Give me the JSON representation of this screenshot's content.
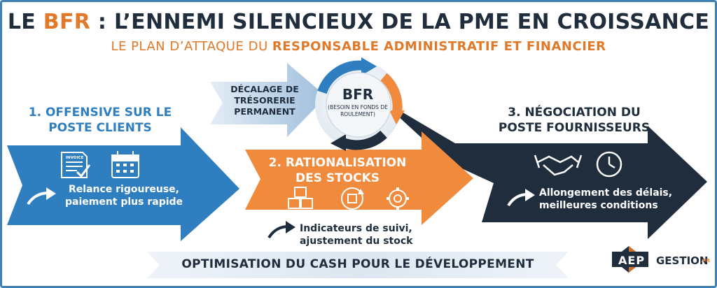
{
  "title": {
    "prefix": "LE ",
    "accent": "BFR",
    "rest": " : L’ENNEMI SILENCIEUX DE LA PME EN CROISSANCE"
  },
  "subtitle": {
    "prefix": "LE PLAN D’ATTAQUE DU ",
    "bold": "RESPONSABLE ADMINISTRATIF ET FINANCIER"
  },
  "center": {
    "title": "BFR",
    "subtitle": "(BESOIN EN FONDS DE ROULEMENT)"
  },
  "gap_label": "DÉCALAGE DE TRÉSORERIE PERMANENT",
  "steps": [
    {
      "title": "1. OFFENSIVE SUR LE POSTE CLIENTS",
      "description": "Relance rigoureuse, paiement plus rapide",
      "icons": [
        "invoice-icon",
        "calendar-icon"
      ],
      "invoice_text": "INVOICE"
    },
    {
      "title": "2. RATIONALISATION DES STOCKS",
      "description": "Indicateurs de suivi, ajustement du stock",
      "icons": [
        "boxes-icon",
        "recycle-box-icon",
        "gear-wrench-icon"
      ]
    },
    {
      "title": "3. NÉGOCIATION DU POSTE FOURNISSEURS",
      "description": "Allongement des délais, meilleures conditions",
      "icons": [
        "handshake-icon",
        "clock-icon"
      ]
    }
  ],
  "banner": "OPTIMISATION DU CASH POUR LE DÉVELOPPEMENT",
  "logo": {
    "aep": "AEP",
    "gestion": "GESTION",
    "suffix": ".FR"
  },
  "colors": {
    "blue": "#2f7fc0",
    "orange": "#f08a3c",
    "navy": "#1f2d3d",
    "accent": "#e07a2a"
  }
}
